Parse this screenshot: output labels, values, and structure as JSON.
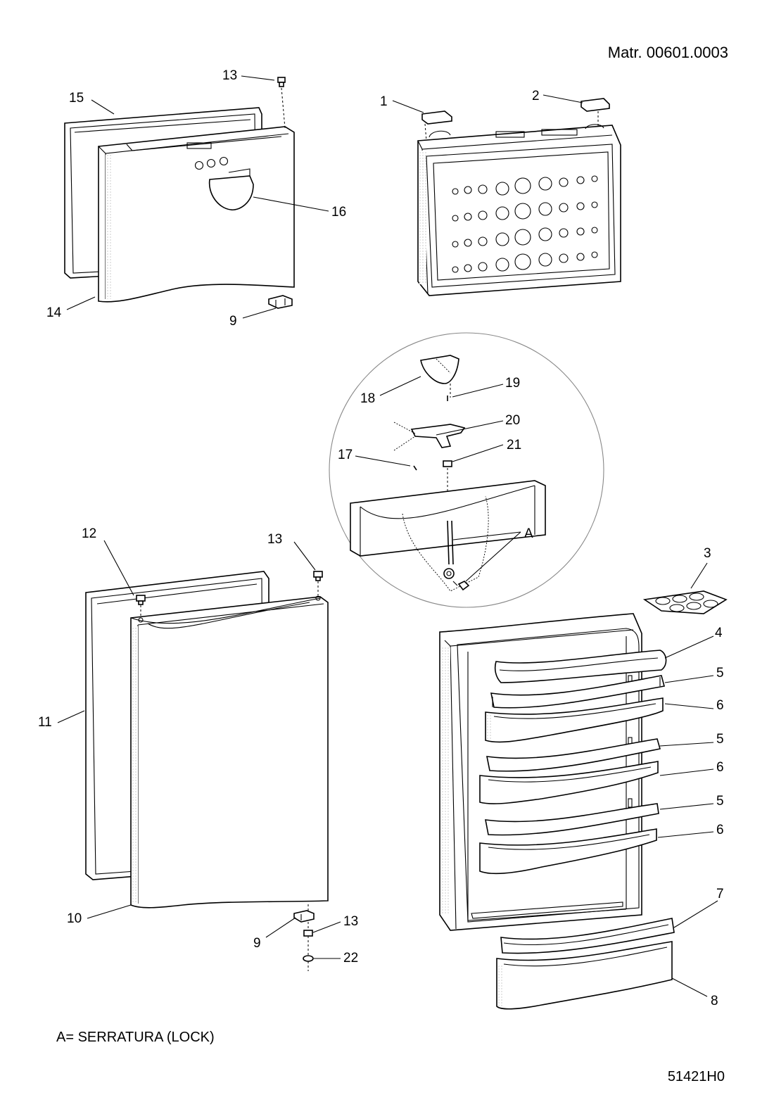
{
  "header": {
    "matr": "Matr. 00601.0003"
  },
  "footer": {
    "legend": "A= SERRATURA (LOCK)",
    "code": "51421H0"
  },
  "callouts": {
    "c1": "1",
    "c2": "2",
    "c3": "3",
    "c4": "4",
    "c5a": "5",
    "c5b": "5",
    "c5c": "5",
    "c6a": "6",
    "c6b": "6",
    "c6c": "6",
    "c7": "7",
    "c8": "8",
    "c9a": "9",
    "c9b": "9",
    "c10": "10",
    "c11": "11",
    "c12": "12",
    "c13a": "13",
    "c13b": "13",
    "c13c": "13",
    "c14": "14",
    "c15": "15",
    "c16": "16",
    "c17": "17",
    "c18": "18",
    "c19": "19",
    "c20": "20",
    "c21": "21",
    "c22": "22",
    "cA": "A"
  }
}
